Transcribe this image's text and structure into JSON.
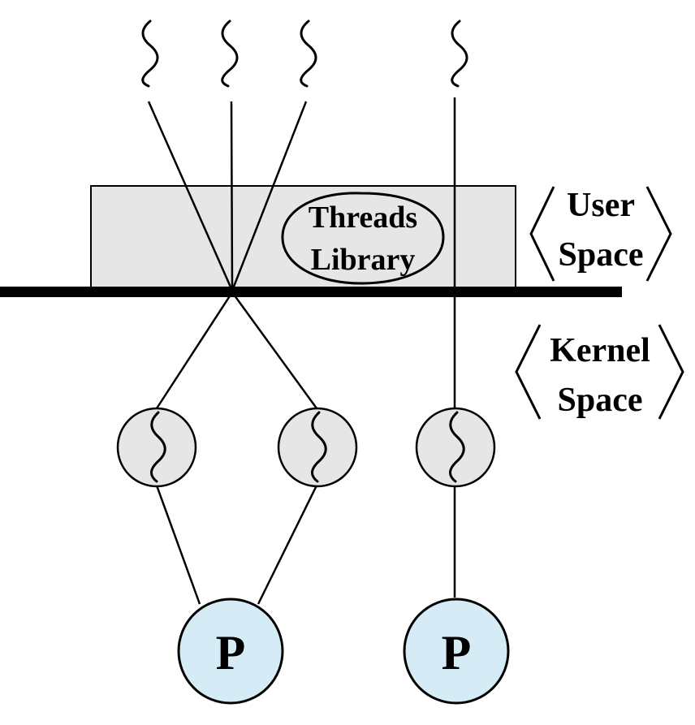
{
  "library": {
    "line1": "Threads",
    "line2": "Library"
  },
  "user_space": {
    "line1": "User",
    "line2": "Space"
  },
  "kernel_space": {
    "line1": "Kernel",
    "line2": "Space"
  },
  "processors": [
    {
      "label": "P"
    },
    {
      "label": "P"
    }
  ],
  "colors": {
    "library_box": "#e6e6e6",
    "kernel_thread": "#e6e6e6",
    "processor": "#d5ecf7",
    "stroke": "#000000"
  }
}
